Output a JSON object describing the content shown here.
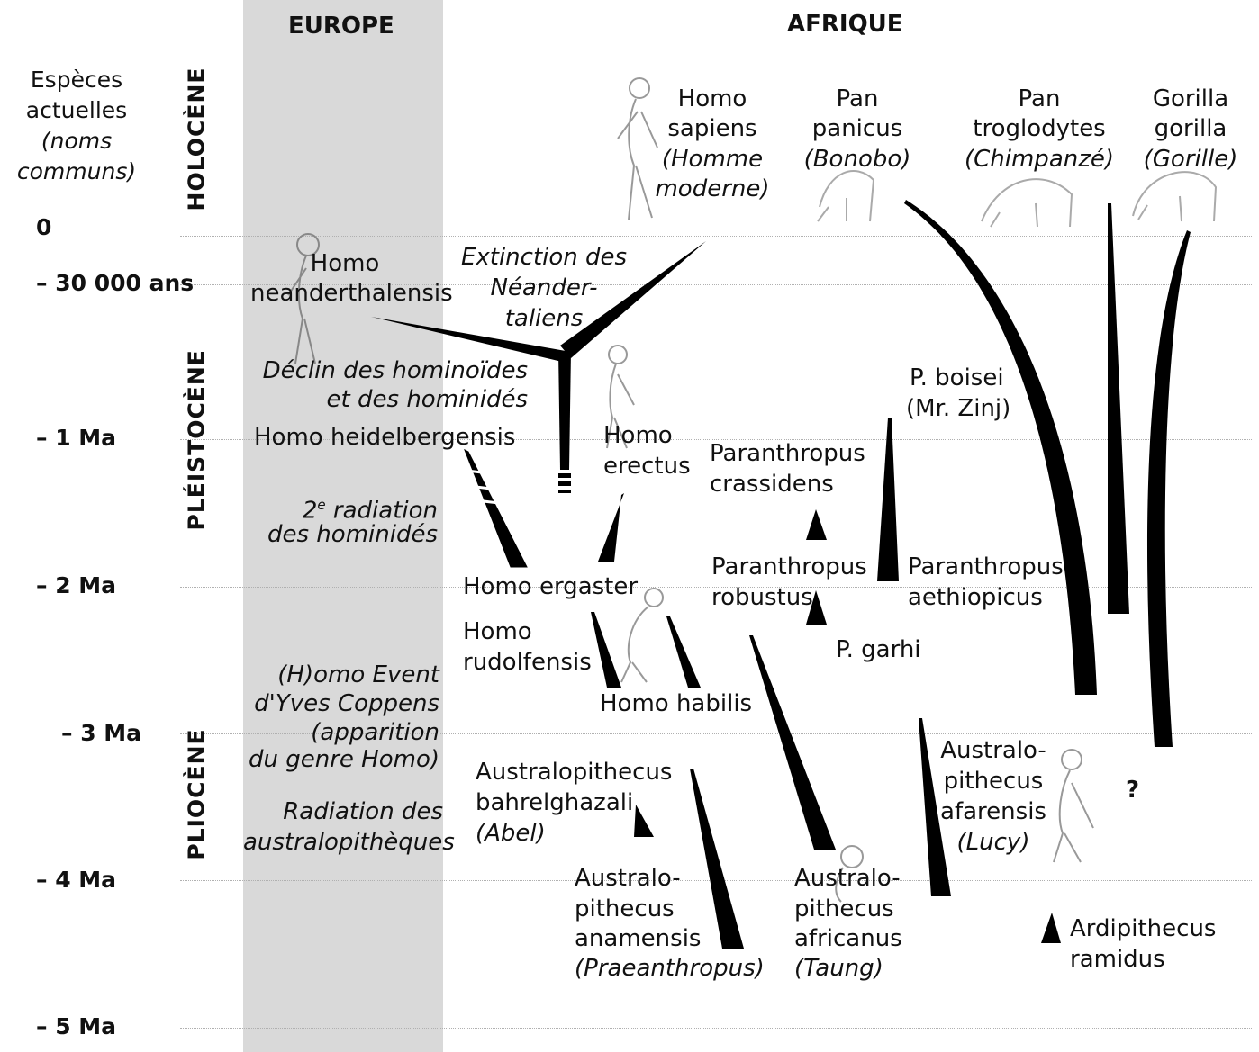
{
  "headers": {
    "europe": "EUROPE",
    "afrique": "AFRIQUE"
  },
  "legend": {
    "line1": "Espèces",
    "line2": "actuelles",
    "line3": "(noms",
    "line4": "communs)"
  },
  "periods": {
    "holocene": "HOLOCÈNE",
    "pleistocene": "PLÉISTOCÈNE",
    "pliocene": "PLIOCÈNE"
  },
  "ticks": [
    "0",
    "– 30 000 ans",
    "– 1 Ma",
    "– 2 Ma",
    "– 3 Ma",
    "– 4 Ma",
    "– 5 Ma"
  ],
  "species": {
    "homo_sapiens": [
      "Homo",
      "sapiens",
      "(Homme",
      "moderne)"
    ],
    "pan_paniscus": [
      "Pan",
      "panicus",
      "(Bonobo)"
    ],
    "pan_troglodytes": [
      "Pan",
      "troglodytes",
      "(Chimpanzé)"
    ],
    "gorilla": [
      "Gorilla",
      "gorilla",
      "(Gorille)"
    ],
    "neanderthalensis": [
      "Homo",
      "neanderthalensis"
    ],
    "extinction": [
      "Extinction des",
      "Néander-",
      "taliens"
    ],
    "declin": [
      "Déclin des hominoïdes",
      "et des hominidés"
    ],
    "heidelbergensis": "Homo heidelbergensis",
    "erectus": [
      "Homo",
      "erectus"
    ],
    "radiation2": [
      "2e radiation",
      "des hominidés"
    ],
    "boisei": [
      "P. boisei",
      "(Mr. Zinj)"
    ],
    "crassidens": [
      "Paranthropus",
      "crassidens"
    ],
    "robustus": [
      "Paranthropus",
      "robustus"
    ],
    "aethiopicus": [
      "Paranthropus",
      "aethiopicus"
    ],
    "ergaster": "Homo ergaster",
    "rudolfensis": [
      "Homo",
      "rudolfensis"
    ],
    "habilis": "Homo habilis",
    "garhi": "P. garhi",
    "homo_event": [
      "(H)omo Event",
      "d'Yves Coppens",
      "(apparition",
      "du genre Homo)"
    ],
    "radiation_australo": [
      "Radiation des",
      "australopithèques"
    ],
    "bahrelghazali": [
      "Australopithecus",
      "bahrelghazali",
      "(Abel)"
    ],
    "afarensis": [
      "Australo-",
      "pithecus",
      "afarensis",
      "(Lucy)"
    ],
    "question": "?",
    "anamensis": [
      "Australo-",
      "pithecus",
      "anamensis",
      "(Praeanthropus)"
    ],
    "africanus": [
      "Australo-",
      "pithecus",
      "africanus",
      "(Taung)"
    ],
    "ramidus": [
      "Ardipithecus",
      "ramidus"
    ]
  }
}
